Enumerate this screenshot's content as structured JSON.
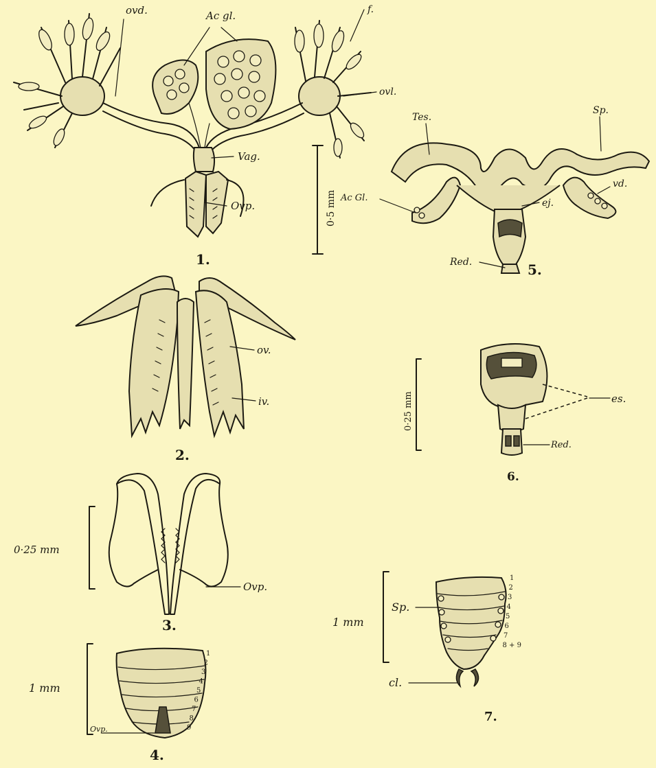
{
  "plate": {
    "labels": {
      "ovd": "ovd.",
      "acgl_fig1": "Ac gl.",
      "f": "f.",
      "ovl": "ovl.",
      "vag": "Vag.",
      "ovp_fig1": "Ovp.",
      "tes": "Tes.",
      "sp_fig5": "Sp.",
      "acgl_fig5": "Ac Gl.",
      "vd": "vd.",
      "ej": "ej.",
      "red_fig5": "Red.",
      "ov": "ov.",
      "iv": "iv.",
      "es": "es.",
      "red_fig6": "Red.",
      "ovp_fig3": "Ovp.",
      "sp_fig7": "Sp.",
      "cl": "cl.",
      "ovp_fig4": "Ovp."
    },
    "scales": {
      "fig1_5": "0·5 mm",
      "fig6": "0·25 mm",
      "fig3": "0·25 mm",
      "fig7": "1 mm",
      "fig4": "1 mm"
    },
    "figure_numbers": {
      "f1": "1.",
      "f2": "2.",
      "f3": "3.",
      "f4": "4.",
      "f5": "5.",
      "f6": "6.",
      "f7": "7."
    },
    "segments_fig4": [
      "1",
      "2",
      "3",
      "4",
      "5",
      "6",
      "7",
      "8",
      "9"
    ],
    "segments_fig7": [
      "1",
      "2",
      "3",
      "4",
      "5",
      "6",
      "7",
      "8 + 9"
    ]
  }
}
